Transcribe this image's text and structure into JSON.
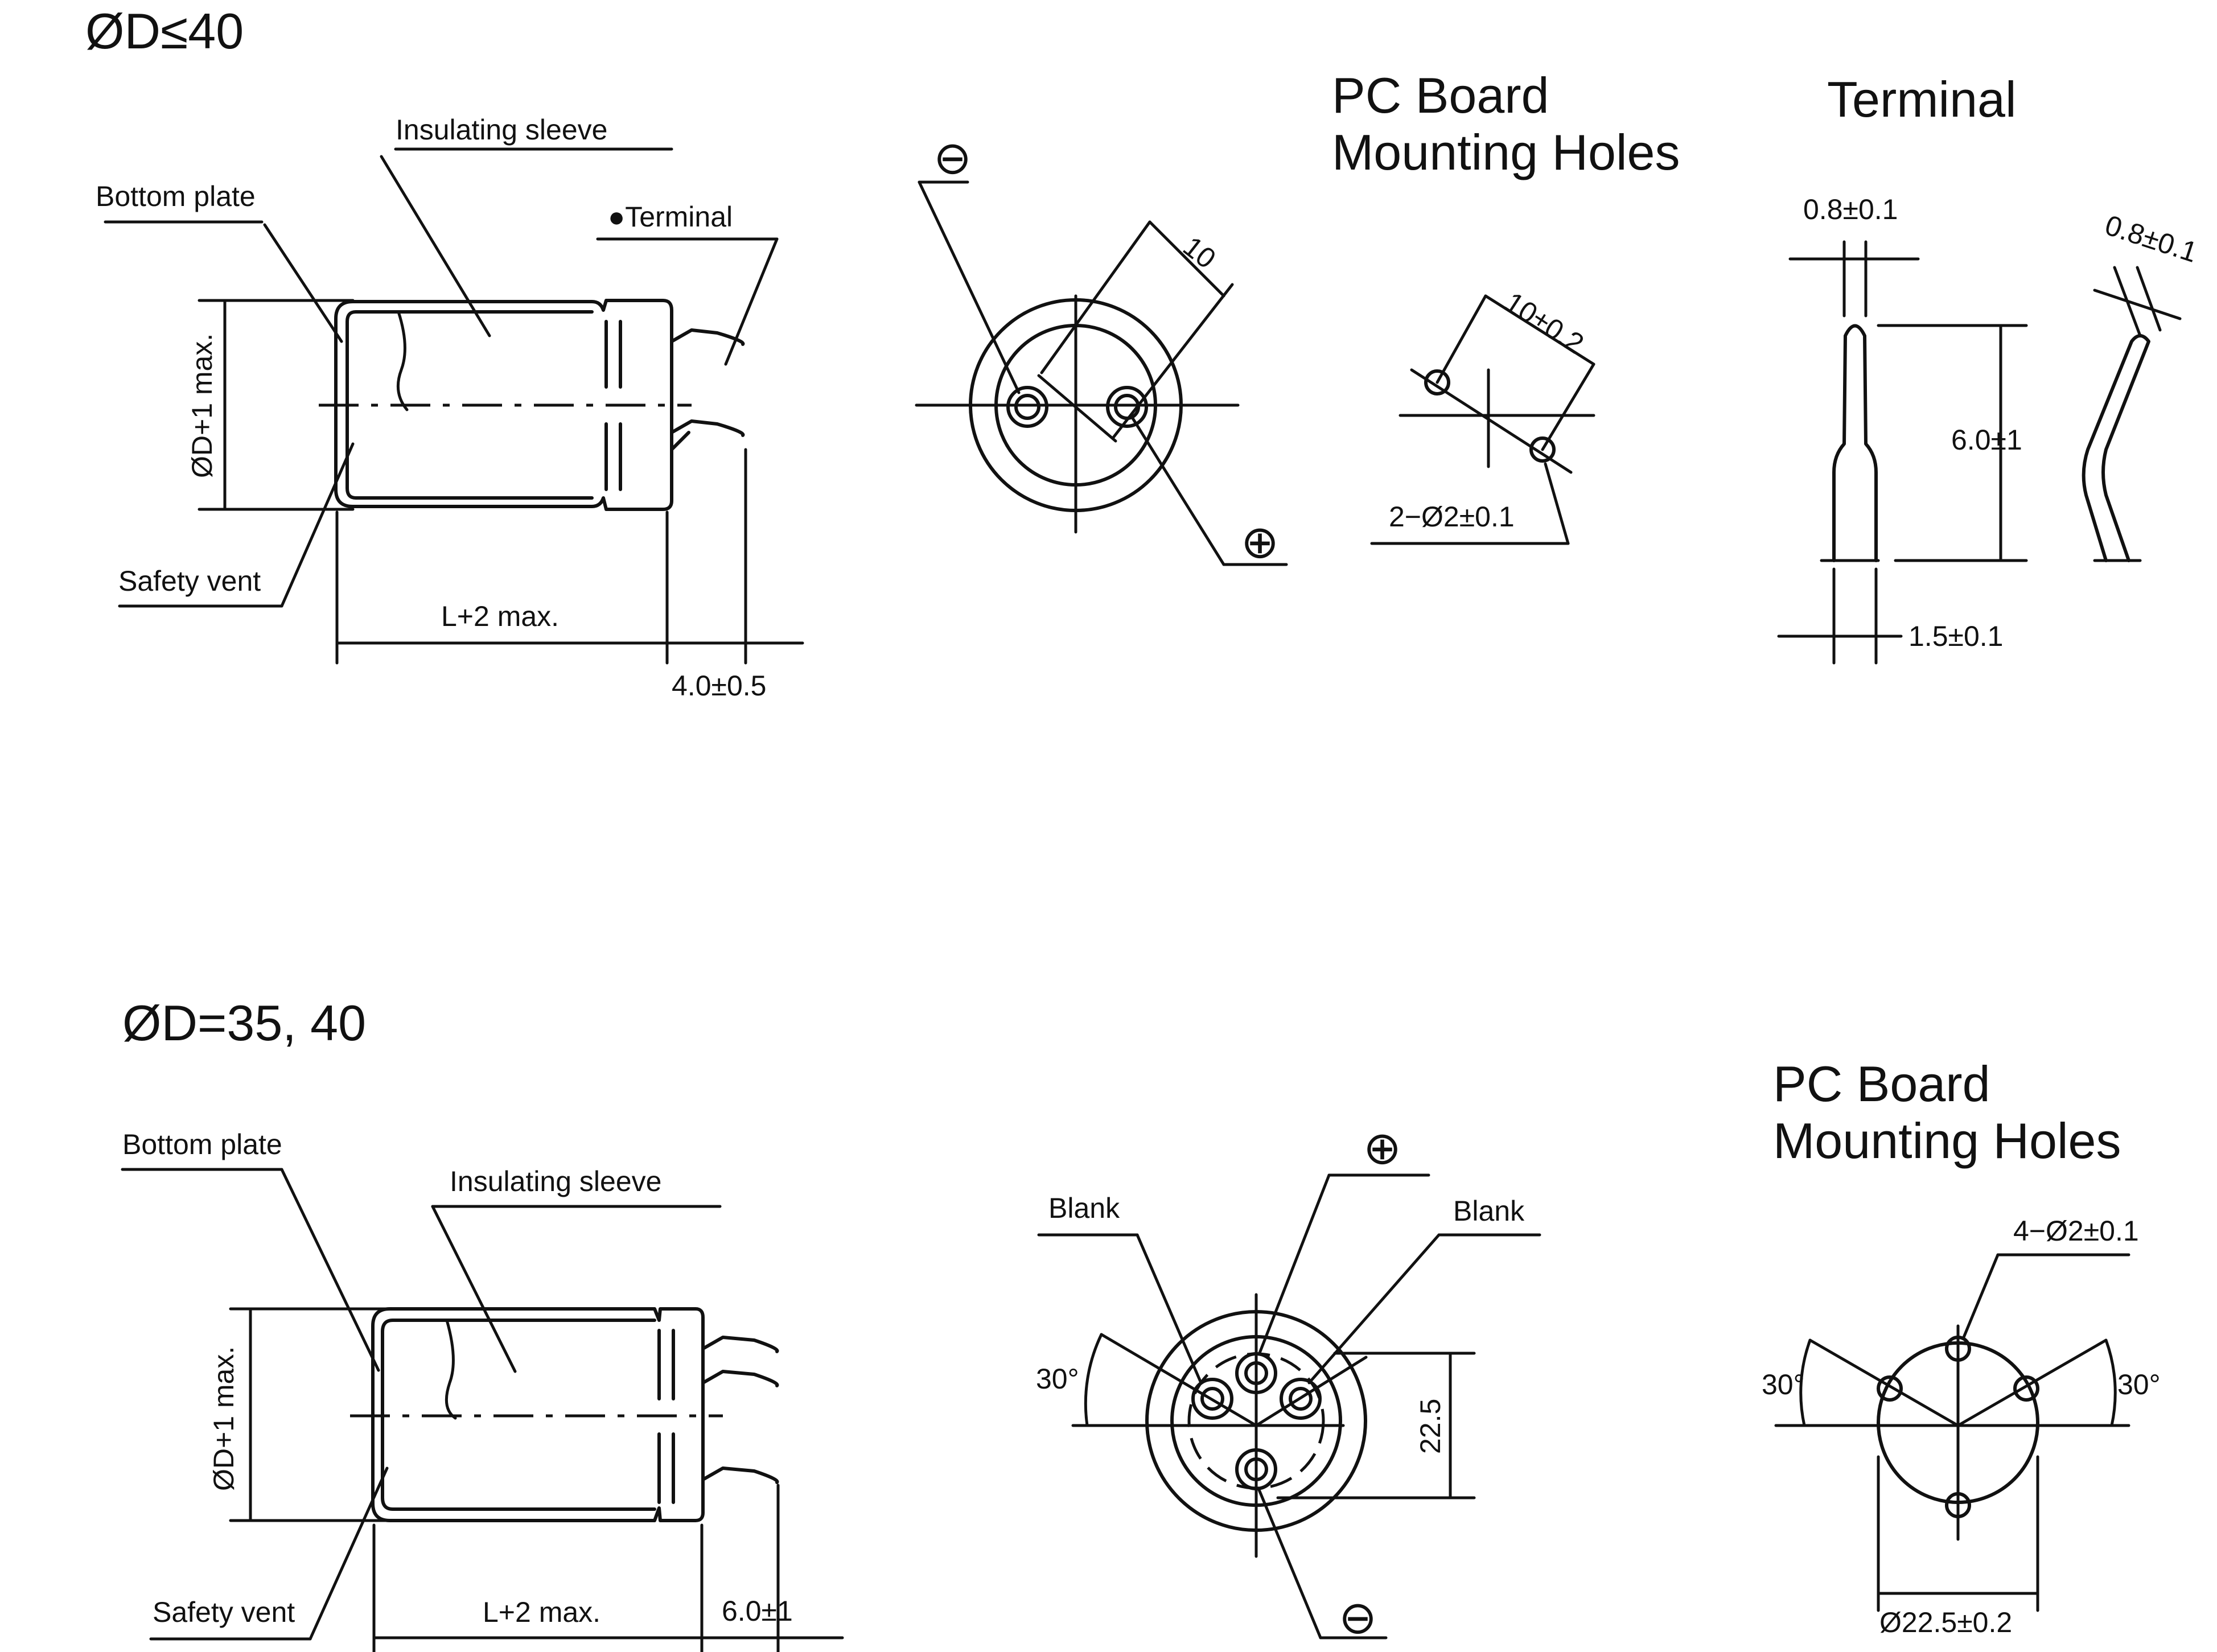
{
  "section1": {
    "title": "ØD≤40",
    "side_view": {
      "insulating_sleeve": "Insulating sleeve",
      "bottom_plate": "Bottom plate",
      "terminal": "●Terminal",
      "diameter": "ØD+1 max.",
      "safety_vent": "Safety vent",
      "length": "L+2 max.",
      "terminal_length": "4.0±0.5"
    },
    "end_view": {
      "negative": "⊖",
      "positive": "⊕",
      "pitch": "10"
    },
    "pcb": {
      "title_line1": "PC Board",
      "title_line2": "Mounting Holes",
      "pitch": "10±0.2",
      "holes": "2−Ø2±0.1"
    },
    "terminal_detail": {
      "title": "Terminal",
      "thickness_front": "0.8±0.1",
      "thickness_side": "0.8±0.1",
      "length": "6.0±1",
      "width": "1.5±0.1"
    }
  },
  "section2": {
    "title": "ØD=35, 40",
    "side_view": {
      "bottom_plate": "Bottom plate",
      "insulating_sleeve": "Insulating sleeve",
      "diameter": "ØD+1 max.",
      "safety_vent": "Safety vent",
      "length": "L+2 max.",
      "terminal_length": "6.0±1"
    },
    "end_view": {
      "positive": "⊕",
      "negative": "⊖",
      "blank_left": "Blank",
      "blank_right": "Blank",
      "angle": "30°",
      "spacing": "22.5"
    },
    "pcb": {
      "title_line1": "PC Board",
      "title_line2": "Mounting Holes",
      "holes": "4−Ø2±0.1",
      "angle_left": "30°",
      "angle_right": "30°",
      "pitch_circle": "Ø22.5±0.2"
    }
  }
}
